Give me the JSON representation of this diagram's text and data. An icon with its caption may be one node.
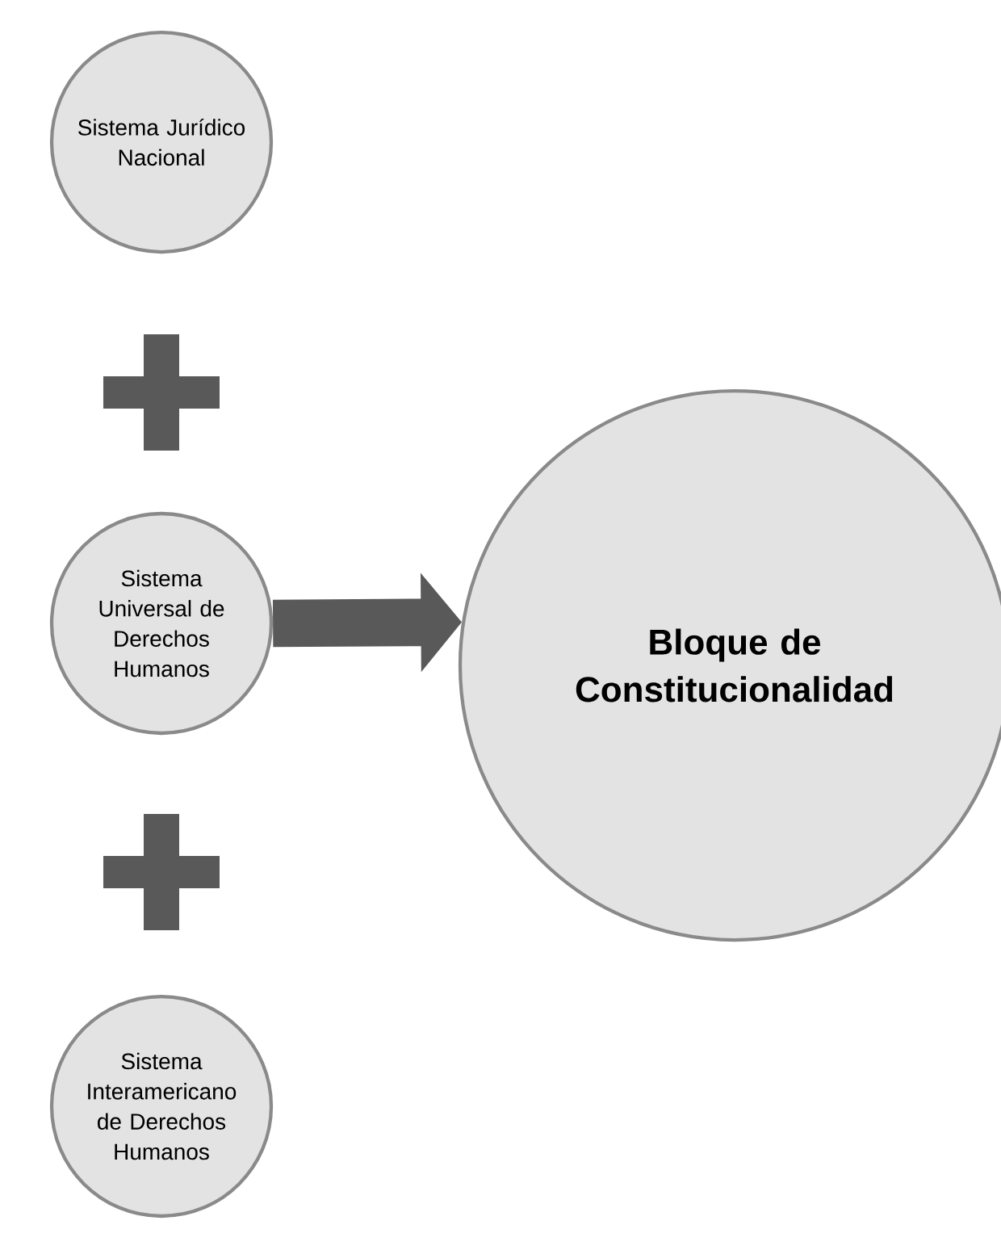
{
  "diagram": {
    "nodes": [
      {
        "text": [
          "Sistema Jurídico Nacional"
        ]
      },
      {
        "text": [
          "Sistema Universal de Derechos Humanos"
        ]
      },
      {
        "text": [
          "Sistema Interamericano de Derechos Humanos"
        ]
      },
      {
        "text": [
          "Bloque de Constitucionalidad"
        ]
      }
    ],
    "edges": [
      {
        "from": 1,
        "to": 3,
        "arrow": "to"
      }
    ]
  }
}
